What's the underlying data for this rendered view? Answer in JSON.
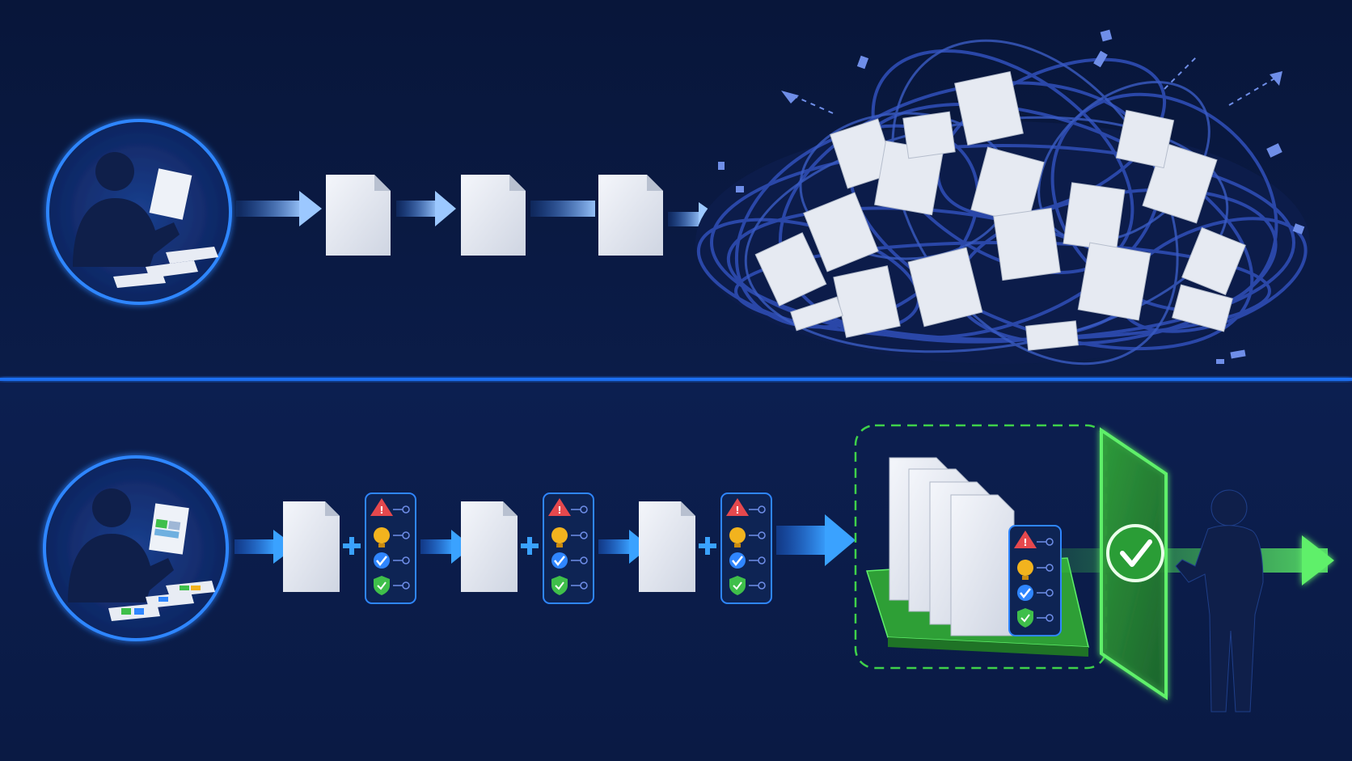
{
  "colors": {
    "bg_top": "#0a1a42",
    "bg_bottom": "#0d2152",
    "divider": "#1e6ef0",
    "doc_white": "#e8ecf4",
    "arrow_blue": "#3a8dff",
    "tangle_blue": "#2a47a8",
    "green": "#3fd14a",
    "green_dark": "#2a9d36",
    "silhouette": "#0f1f4a",
    "ring": "#2f86ff",
    "warning_red": "#e5484d",
    "idea_yellow": "#f2b31e",
    "check_blue": "#2f86ff",
    "shield_green": "#3fbf4a"
  },
  "top_flow": {
    "documents": 3,
    "outcome": "tangled-mess"
  },
  "bottom_flow": {
    "documents": 3,
    "review_panel_icons": [
      "warning-icon",
      "lightbulb-icon",
      "check-circle-icon",
      "shield-check-icon"
    ],
    "outcome": "approved"
  }
}
